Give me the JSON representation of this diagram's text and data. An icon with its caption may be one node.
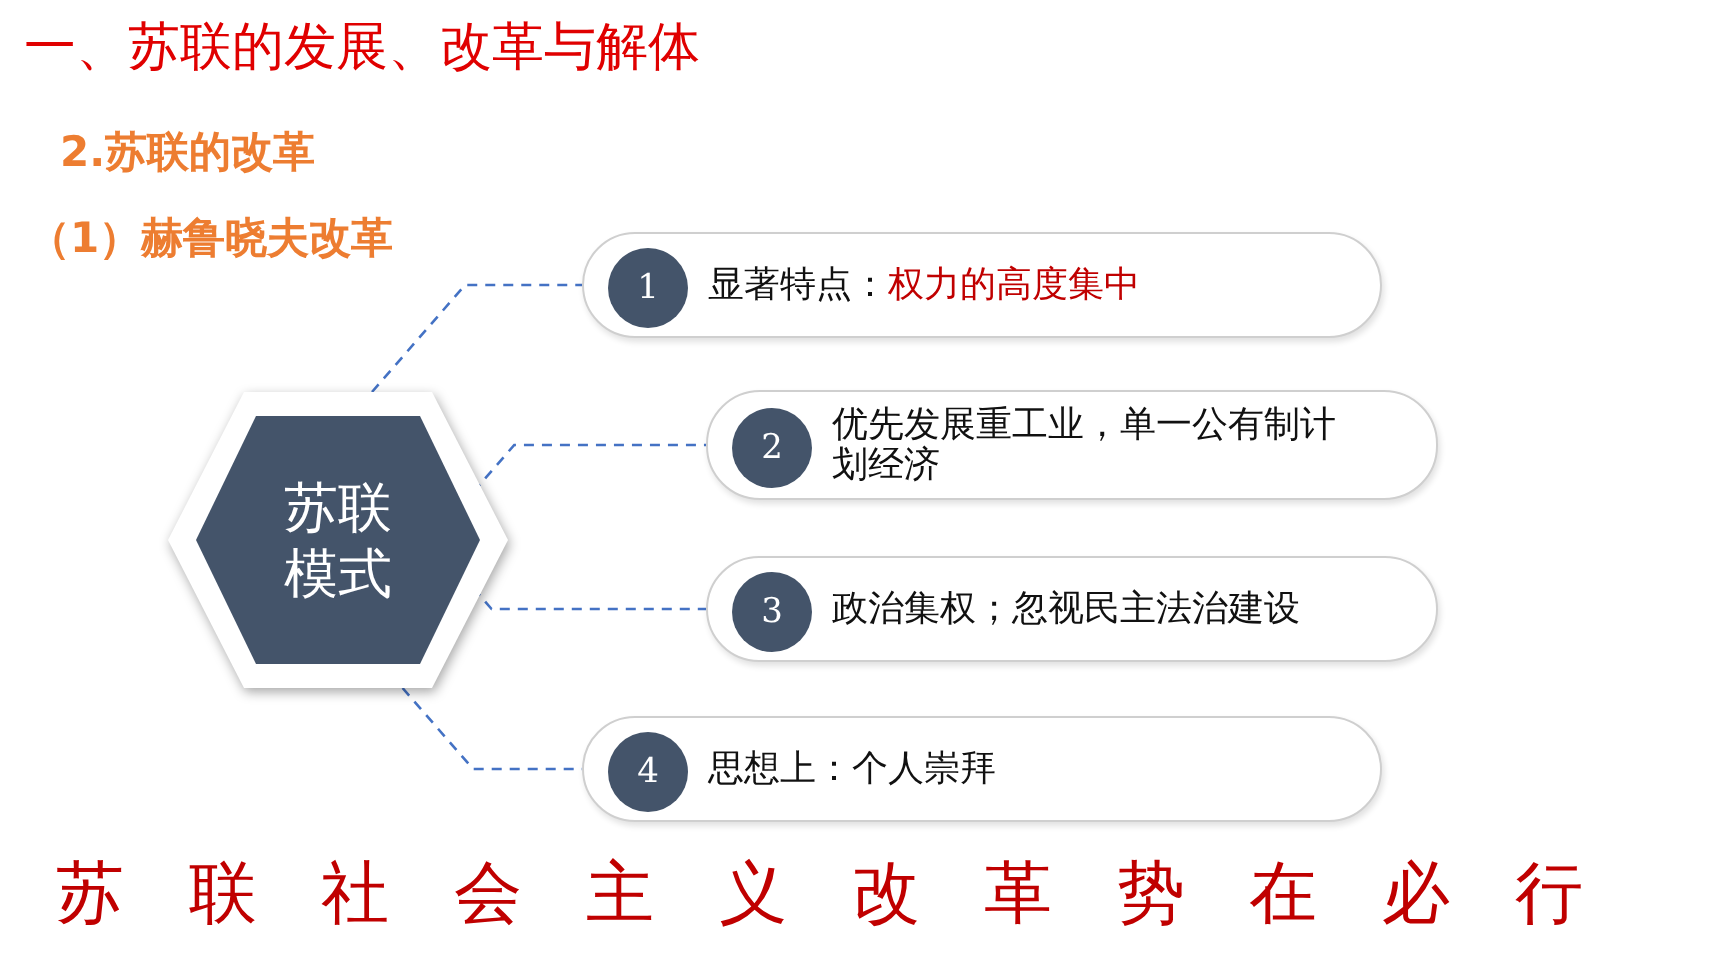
{
  "diagram": {
    "title": "一、苏联的发展、改革与解体",
    "nodes": [
      {
        "text": [
          "苏联模式"
        ]
      },
      {
        "text": [
          "显著特点：",
          "权力的高度集中"
        ]
      },
      {
        "text": [
          "1"
        ],
        "in": 1
      },
      {
        "text": [
          "优先发展重工业，单一公有制计划经济"
        ]
      },
      {
        "text": [
          "2"
        ],
        "in": 3
      },
      {
        "text": [
          "政治集权；忽视民主法治建设"
        ]
      },
      {
        "text": [
          "3"
        ],
        "in": 5
      },
      {
        "text": [
          "思想上：个人崇拜"
        ]
      },
      {
        "text": [
          "4"
        ],
        "in": 7
      }
    ],
    "edges": [
      {
        "from": 0,
        "to": 1,
        "arrow": "none",
        "style": "dashed"
      },
      {
        "from": 0,
        "to": 3,
        "arrow": "none",
        "style": "dashed"
      },
      {
        "from": 0,
        "to": 5,
        "arrow": "none",
        "style": "dashed"
      },
      {
        "from": 0,
        "to": 7,
        "arrow": "none",
        "style": "dashed"
      }
    ],
    "labels": [
      "2.苏联的改革",
      "（1）赫鲁晓夫改革",
      "苏联社会主义改革势在必行"
    ]
  }
}
